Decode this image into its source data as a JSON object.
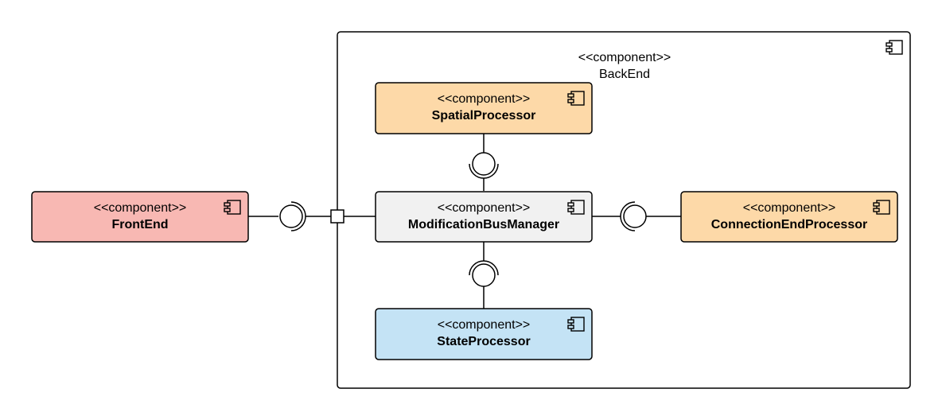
{
  "diagram": {
    "container": {
      "stereotype": "<<component>>",
      "name": "BackEnd"
    },
    "components": {
      "frontend": {
        "stereotype": "<<component>>",
        "name": "FrontEnd",
        "fill": "#f8b8b3"
      },
      "spatial": {
        "stereotype": "<<component>>",
        "name": "SpatialProcessor",
        "fill": "#fdd9a8"
      },
      "bus": {
        "stereotype": "<<component>>",
        "name": "ModificationBusManager",
        "fill": "#f1f1f1"
      },
      "connection": {
        "stereotype": "<<component>>",
        "name": "ConnectionEndProcessor",
        "fill": "#fdd9a8"
      },
      "state": {
        "stereotype": "<<component>>",
        "name": "StateProcessor",
        "fill": "#c4e3f5"
      }
    },
    "icons": {
      "component": "component-icon",
      "interface": "provided-required-interface-icon",
      "port": "port-icon"
    },
    "colors": {
      "stroke": "#000000",
      "background": "#ffffff"
    }
  }
}
